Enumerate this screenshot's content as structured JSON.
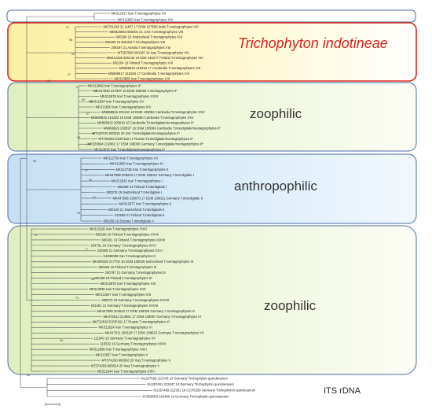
{
  "groups": [
    {
      "id": "g0",
      "label": "",
      "color": "#4a6aa8"
    },
    {
      "id": "g1",
      "label": "Trichophyton indotineae",
      "color": "#d7261e"
    },
    {
      "id": "g2",
      "label": "zoophilic",
      "color": "#333333"
    },
    {
      "id": "g3",
      "label": "anthropophilic",
      "color": "#333333"
    },
    {
      "id": "g4",
      "label": "zoophilic",
      "color": "#333333"
    }
  ],
  "marker_label": "ITS rDNA",
  "leaves": [
    {
      "group": "g0",
      "name": "MK312617 Iran T.mentagrophytes XX"
    },
    {
      "group": "g0",
      "name": "MK312650 Iran T.mentagrophytes XIV"
    },
    {
      "group": "g1",
      "name": "MK791418 21 I1487 17 DSM 107596 India T.mentagrophytes VIII"
    },
    {
      "group": "g1",
      "name": "MEM28062 600204 21 UAE T.mentagrophytes VIII"
    },
    {
      "group": "g1",
      "name": "600269 19 Switzerland T.mentagrophytes VIII"
    },
    {
      "group": "g1",
      "name": "600200 19 Estonia T.mentagrophytes VIII"
    },
    {
      "group": "g1",
      "name": "209267 21 Austria T.mentagrophytes VIII"
    },
    {
      "group": "g1",
      "name": "MT367608 600160 19 Iraq T.mentagrophytes VIII"
    },
    {
      "group": "g1",
      "name": "MN612255 600145 19 CBS 146277 Finland T.mentagrophytes VIII"
    },
    {
      "group": "g1",
      "name": "600204 19 Finland T.mentagrophytes VIII"
    },
    {
      "group": "g1",
      "name": "MN868818 218294 17 Cambodia T.mentagrophytes VIII"
    },
    {
      "group": "g1",
      "name": "MN868817 216284 17 Cambodia T.mentagrophytes VIII"
    },
    {
      "group": "g1",
      "name": "MK313855 Iran T.mentagrophytes VIII"
    },
    {
      "group": "g2",
      "name": "MK312669 Iran T.mentagrophytes II*"
    },
    {
      "group": "g2",
      "name": "MK447620 217007 16 DSM 108026 T.mentagrophytes II*"
    },
    {
      "group": "g2",
      "name": "MK312678 Iran T.mentagrophytes XXVI"
    },
    {
      "group": "g2",
      "name": "MK312534 Iran T.mentagrophytes XV"
    },
    {
      "group": "g2",
      "name": "MK312650 Iran T.mentagrophytes XIV"
    },
    {
      "group": "g2",
      "name": "MN868816 201341 16 DSM 108094 Cambodia T.mentagrophytes XXV"
    },
    {
      "group": "g2",
      "name": "MN868815 216282 16 DSM 108090 Cambodia T.mentagrophytes XXV"
    },
    {
      "group": "g2",
      "name": "MK868818 200010 16 Cambodia T.interdigitale/mentagrophytes II*"
    },
    {
      "group": "g2",
      "name": "MN868820 200597 16 DSM 108090 Cambodia T.interdigitale/mentagrophytes II*"
    },
    {
      "group": "g2",
      "name": "MT420725 600015 20 Iran T.interdigitale/mentagrophytes II*"
    },
    {
      "group": "g2",
      "name": "MT708262 D15P162 17 Russia T.interdigitale/mentagrophytes II*"
    },
    {
      "group": "g2",
      "name": "MK530694 232063 17 DSM 108000 Germany T.interdigitale/mentagrophytes II*"
    },
    {
      "group": "g2",
      "name": "MK310976 Iran T.interdigitale/mentagrophytes II*"
    },
    {
      "group": "g3",
      "name": "MK312739 Iran T.mentagrophytes XII"
    },
    {
      "group": "g3",
      "name": "MK312683 Iran T.mentagrophytes XI"
    },
    {
      "group": "g3",
      "name": "MK312735 Iran T.mentagrophytes X"
    },
    {
      "group": "g3",
      "name": "MK447598 206223 17 DSM 108021 Germany T.interdigitale I"
    },
    {
      "group": "g3",
      "name": "MK312633 Iran T.mentagrophytes I"
    },
    {
      "group": "g3",
      "name": "600286 21 Finland T.interdigitale I"
    },
    {
      "group": "g3",
      "name": "600276 19 Switzerland T.interdigitale I"
    },
    {
      "group": "g3",
      "name": "MK447596 230070 17 DSM 108021 Germany T.interdigitale II"
    },
    {
      "group": "g3",
      "name": "MK312677 Iran T.mentagrophytes II"
    },
    {
      "group": "g3",
      "name": "600120 21 Switzerland T.interdigitale II"
    },
    {
      "group": "g3",
      "name": "212593 21 Finland T.interdigitale II"
    },
    {
      "group": "g3",
      "name": "600259 19 Estonia T.interdigitale II"
    },
    {
      "group": "g4",
      "name": "MK313226 Iran T.mentagrophytes XVIII"
    },
    {
      "group": "g4",
      "name": "600260 19 Finland T.mentagrophytes XXVII"
    },
    {
      "group": "g4",
      "name": "600261 19 Finland T.mentagrophytes XXVII"
    },
    {
      "group": "g4",
      "name": "204791 19 Germany T.mentagrophytes XXVI"
    },
    {
      "group": "g4",
      "name": "222909 21 Germany T.mentagrophytes XXVI"
    },
    {
      "group": "g4",
      "name": "KJ606099 Iran T.mentagrophytes III"
    },
    {
      "group": "g4",
      "name": "MK490329 217704 15 DSM 108026 Switzerland T.mentagrophytes III"
    },
    {
      "group": "g4",
      "name": "600264 19 Finland T.mentagrophytes III"
    },
    {
      "group": "g4",
      "name": "200797 21 Germany T.mentagrophytes III"
    },
    {
      "group": "g4",
      "name": "600189 19 Finland T.mentagrophytes III"
    },
    {
      "group": "g4",
      "name": "MK312676 Iran T.mentagrophytes XIX"
    },
    {
      "group": "g4",
      "name": "MK313030 Iran T.mentagrophytes XVII"
    },
    {
      "group": "g4",
      "name": "MK312647 Iran T.mentagrophytes XIII"
    },
    {
      "group": "g4",
      "name": "209070 19 Germany T.mentagrophytes XXVIII"
    },
    {
      "group": "g4",
      "name": "201491 21 Germany T.mentagrophytes XXVIII"
    },
    {
      "group": "g4",
      "name": "MK447699 204543 17 DSM 108026 Germany T.mentagrophytes IV"
    },
    {
      "group": "g4",
      "name": "MK476013 214681 17 DSM 108087 Germany T.mentagrophytes IV"
    },
    {
      "group": "g4",
      "name": "MK722618 D15P161 17 Russia T.mentagrophytes VI"
    },
    {
      "group": "g4",
      "name": "MK312624 Iran T.mentagrophytes VI"
    },
    {
      "group": "g4",
      "name": "MK447611 200128 17 DSM 108023 Germany T.mentagrophytes VII"
    },
    {
      "group": "g4",
      "name": "111940 19 Germany T.mentagrophytes VII"
    },
    {
      "group": "g4",
      "name": "113532 16 Germany T.mentagrophytes XXVII"
    },
    {
      "group": "g4",
      "name": "MK312666 Iran T.mentagrophytes XXIII"
    },
    {
      "group": "g4",
      "name": "MK312657 Iran T.mentagrophytes V"
    },
    {
      "group": "g4",
      "name": "MT374260 600826 20 Iraq T.mentagrophytes V"
    },
    {
      "group": "g4",
      "name": "MT374259 600814 20 Iraq T.mentagrophytes V"
    },
    {
      "group": "g4",
      "name": "MK312644 Iran T.mentagrophytes XXIII"
    },
    {
      "group": "out",
      "name": "KU257460 213746 14 Germany Trichophyton quinckeanum"
    },
    {
      "group": "out",
      "name": "KU257461 212647 14 Germany Trichophyton quinckeanum"
    },
    {
      "group": "out",
      "name": "KU257469 212301 16 CCP5339 Germany Trichophyton quinckeanum"
    },
    {
      "group": "out",
      "name": "KY869053 216498 16 Germany Trichophyton quinckeanum"
    }
  ],
  "branch_labels": [
    "97",
    "98",
    "99",
    "97",
    "96",
    "71",
    "99",
    "97",
    "99",
    "98",
    "97",
    "96",
    "91",
    "94",
    "87",
    "77",
    "98",
    "73",
    "99",
    "66"
  ]
}
